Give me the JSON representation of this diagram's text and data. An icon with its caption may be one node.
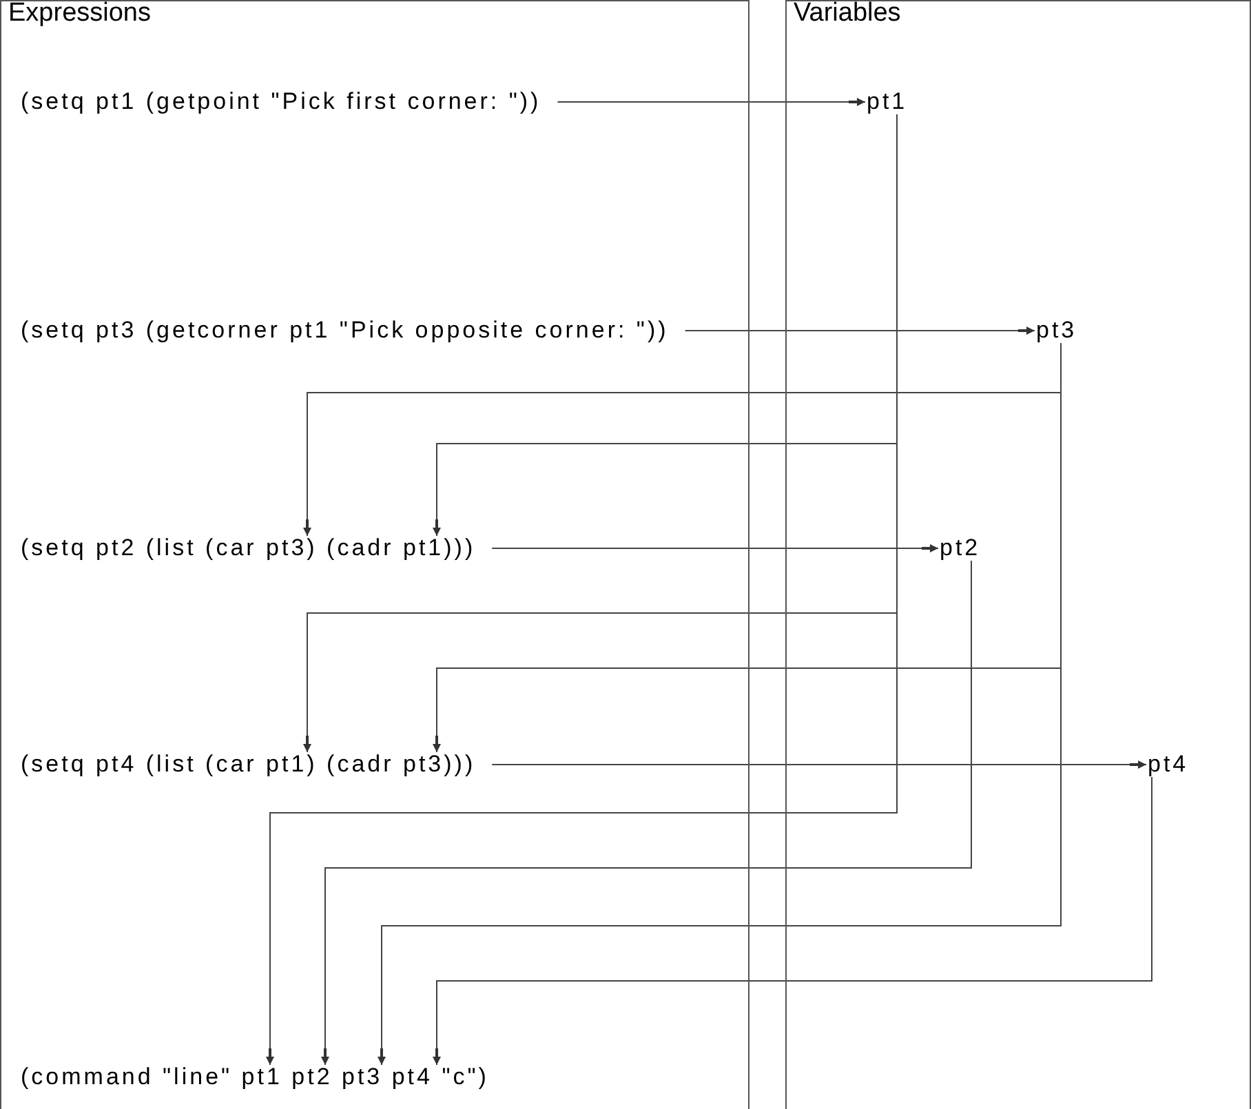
{
  "diagram": {
    "nodes": [
      {
        "text": [
          "Expressions"
        ]
      },
      {
        "text": [
          "(setq pt1 (getpoint \"Pick first corner: \"))"
        ],
        "in": 0
      },
      {
        "text": [
          "(setq pt3 (getcorner pt1 \"Pick opposite corner: \"))"
        ],
        "in": 0
      },
      {
        "text": [
          "(setq pt2 (list (car pt3) (cadr pt1)))"
        ],
        "in": 0
      },
      {
        "text": [
          "(setq pt4 (list (car pt1) (cadr pt3)))"
        ],
        "in": 0
      },
      {
        "text": [
          "(command \"line\" pt1 pt2 pt3 pt4 \"c\")"
        ],
        "in": 0
      },
      {
        "text": [
          "Variables"
        ]
      },
      {
        "text": [
          "pt1"
        ],
        "in": 6
      },
      {
        "text": [
          "pt3"
        ],
        "in": 6
      },
      {
        "text": [
          "pt2"
        ],
        "in": 6
      },
      {
        "text": [
          "pt4"
        ],
        "in": 6
      }
    ],
    "edges": [
      {
        "from": 1,
        "to": 7,
        "arrow": "to"
      },
      {
        "from": 2,
        "to": 8,
        "arrow": "to"
      },
      {
        "from": 3,
        "to": 9,
        "arrow": "to"
      },
      {
        "from": 4,
        "to": 10,
        "arrow": "to"
      },
      {
        "from": 8,
        "to": 3,
        "arrow": "to"
      },
      {
        "from": 7,
        "to": 3,
        "arrow": "to"
      },
      {
        "from": 7,
        "to": 4,
        "arrow": "to"
      },
      {
        "from": 8,
        "to": 4,
        "arrow": "to"
      },
      {
        "from": 7,
        "to": 5,
        "arrow": "to"
      },
      {
        "from": 9,
        "to": 5,
        "arrow": "to"
      },
      {
        "from": 8,
        "to": 5,
        "arrow": "to"
      },
      {
        "from": 10,
        "to": 5,
        "arrow": "to"
      }
    ]
  }
}
